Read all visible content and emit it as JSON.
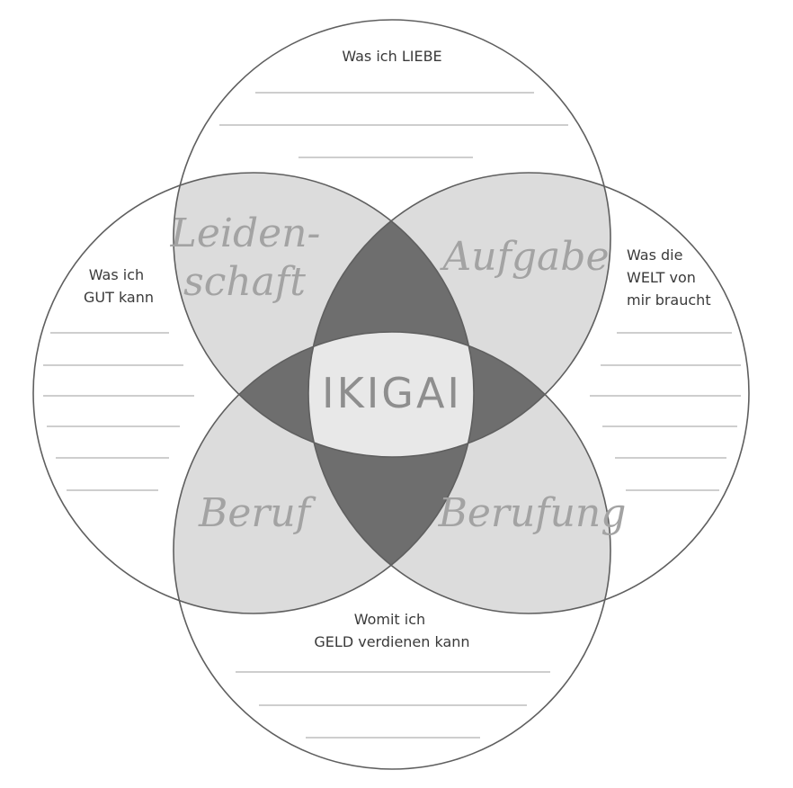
{
  "diagram": {
    "center": "IKIGAI",
    "circles": {
      "top": "Was ich LIEBE",
      "left": [
        "Was ich",
        "GUT kann"
      ],
      "right": [
        "Was die",
        "WELT von",
        "mir braucht"
      ],
      "bottom": [
        "Womit ich",
        "GELD verdienen kann"
      ]
    },
    "overlaps": {
      "top_left": [
        "Leiden-",
        "schaft"
      ],
      "top_right": "Aufgabe",
      "bottom_left": "Beruf",
      "bottom_right": "Berufung"
    }
  },
  "colors": {
    "pair_overlap": "#dcdcdc",
    "triple_overlap": "#6e6e6e",
    "center": "#e8e8e8",
    "outline": "#5f5f5f",
    "script_text": "#a3a3a3"
  }
}
